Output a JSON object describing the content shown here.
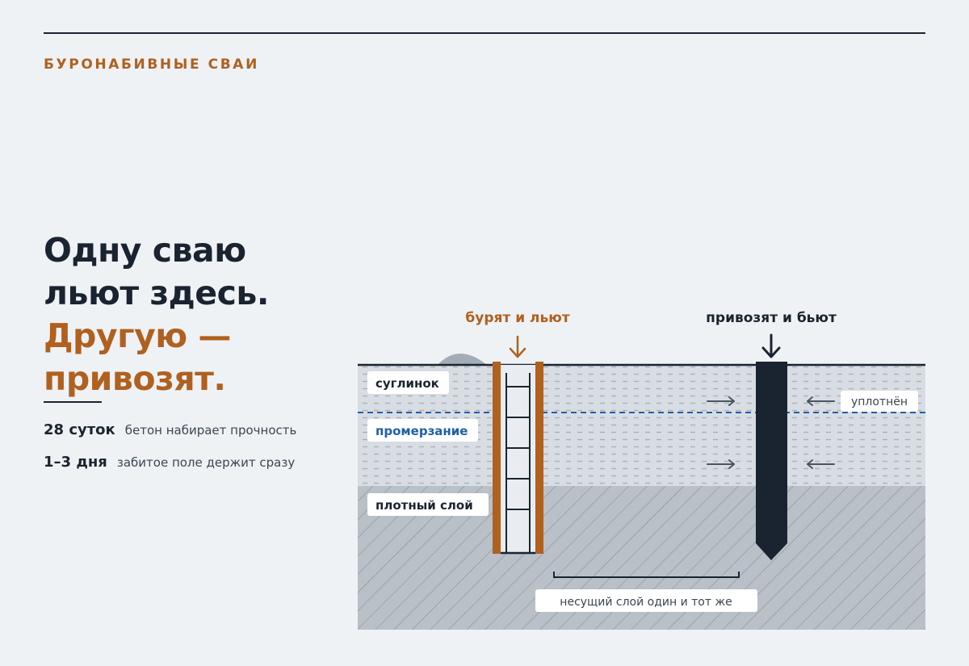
{
  "header": {
    "kicker": "БУРОНАБИВНЫЕ СВАИ"
  },
  "headline": {
    "line1": "Одну сваю",
    "line2": "льют здесь.",
    "line3": "Другую —",
    "line4": "привозят."
  },
  "facts": [
    {
      "value": "28 суток",
      "text": "бетон набирает прочность"
    },
    {
      "value": "1–3 дня",
      "text": "забитое поле держит сразу"
    }
  ],
  "diagram": {
    "left_pile_label": "бурят и льют",
    "right_pile_label": "привозят и бьют",
    "layers": {
      "loam": "суглинок",
      "frost": "промерзание",
      "dense": "плотный слой"
    },
    "compaction_label": "уплотнён",
    "bearing_note": "несущий слой один и тот же",
    "colors": {
      "accent": "#b0601f",
      "ink": "#1a2430",
      "frost_line": "#1f5fa8",
      "loam_fill": "#d8dde3",
      "dense_fill": "#b9c0c7"
    }
  }
}
